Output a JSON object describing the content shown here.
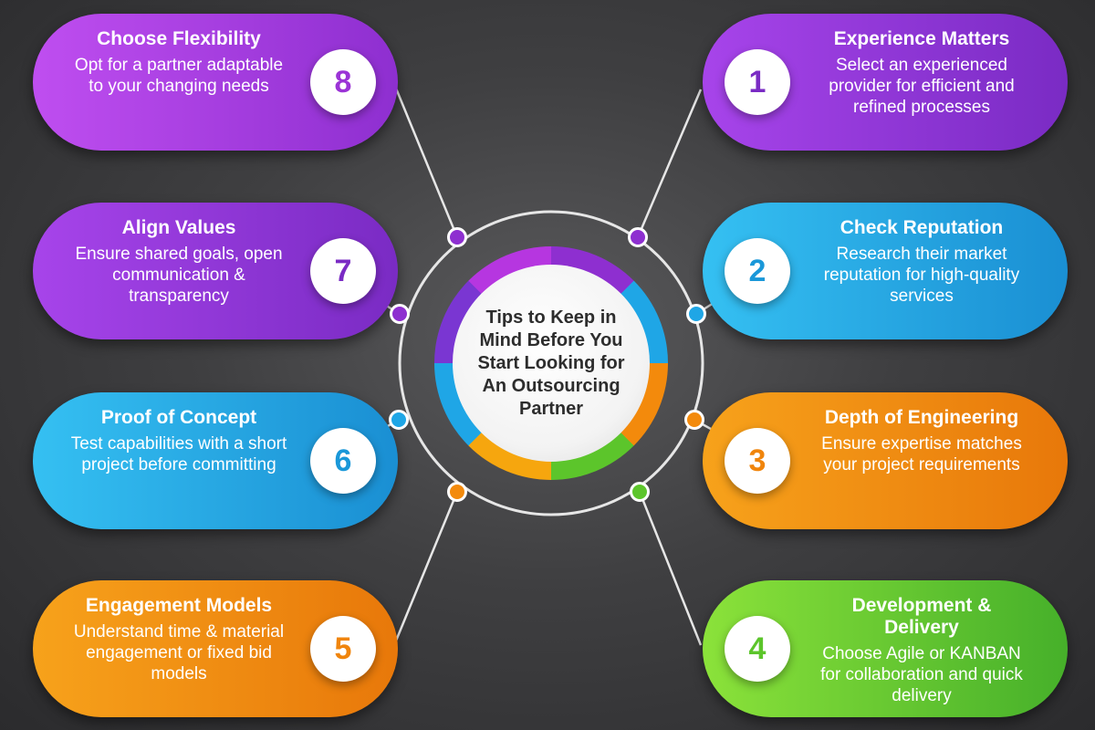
{
  "center": {
    "title": "Tips to Keep in Mind Before You Start Looking for An Outsourcing Partner"
  },
  "tips": [
    {
      "number": "1",
      "title": "Experience Matters",
      "description": "Select an experienced provider for efficient and refined processes",
      "color": "#8e2fd0"
    },
    {
      "number": "2",
      "title": "Check Reputation",
      "description": "Research their market reputation for high-quality services",
      "color": "#1fa6e6"
    },
    {
      "number": "3",
      "title": "Depth of Engineering",
      "description": "Ensure expertise matches your project requirements",
      "color": "#f38a0c"
    },
    {
      "number": "4",
      "title": "Development & Delivery",
      "description": "Choose Agile or KANBAN for collaboration and quick delivery",
      "color": "#5cc52b"
    },
    {
      "number": "5",
      "title": "Engagement Models",
      "description": "Understand time & material engagement or fixed bid models",
      "color": "#f38a0c"
    },
    {
      "number": "6",
      "title": "Proof of Concept",
      "description": "Test capabilities with a short project before committing",
      "color": "#1fa6e6"
    },
    {
      "number": "7",
      "title": "Align Values",
      "description": "Ensure shared goals, open communication & transparency",
      "color": "#8e2fd0"
    },
    {
      "number": "8",
      "title": "Choose Flexibility",
      "description": "Opt for a partner adaptable to your changing needs",
      "color": "#9b34d6"
    }
  ]
}
